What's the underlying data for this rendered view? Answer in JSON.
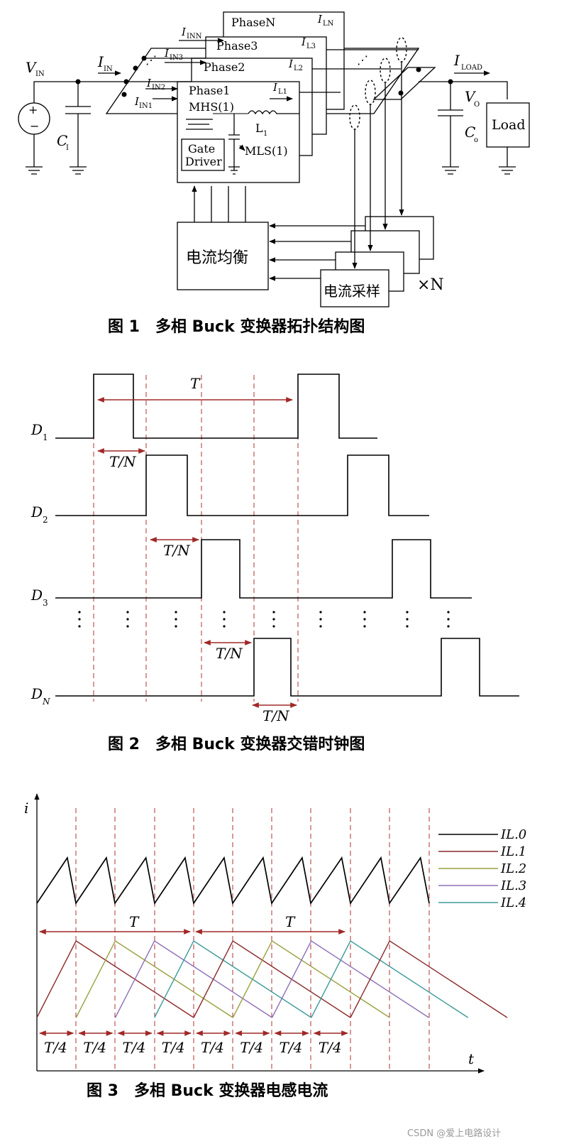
{
  "figure1": {
    "vin": "V",
    "vin_sub": "IN",
    "iin": "I",
    "iin_sub": "IN",
    "ci": "C",
    "ci_sub": "I",
    "phases": [
      {
        "name": "Phase1",
        "iin_sub": "IN1",
        "il_sub": "L1"
      },
      {
        "name": "Phase2",
        "iin_sub": "IN2",
        "il_sub": "L2"
      },
      {
        "name": "Phase3",
        "iin_sub": "IN3",
        "il_sub": "L3"
      },
      {
        "name": "PhaseN",
        "iin_sub": "INN",
        "il_sub": "LN"
      }
    ],
    "mhs": "MHS(1)",
    "mls": "MLS(1)",
    "inductor": "L",
    "inductor_sub": "1",
    "gate_driver": [
      "Gate",
      "Driver"
    ],
    "iload": "I",
    "iload_sub": "LOAD",
    "vo": "V",
    "vo_sub": "O",
    "co": "C",
    "co_sub": "o",
    "load": "Load",
    "current_balance": "电流均衡",
    "current_sampling": "电流采样",
    "times_n": "×N",
    "caption": "图 1　多相 Buck 变换器拓扑结构图"
  },
  "figure2": {
    "period_label": "T",
    "spacing_label": "T/N",
    "signals": [
      "D1",
      "D2",
      "D3",
      "DN"
    ],
    "caption": "图 2　多相 Buck 变换器交错时钟图"
  },
  "figure3": {
    "y_axis": "i",
    "x_axis": "t",
    "period_label": "T",
    "quarter_label": "T/4",
    "legend": [
      "IL.0",
      "IL.1",
      "IL.2",
      "IL.3",
      "IL.4"
    ],
    "colors": [
      "#000000",
      "#8b2a2a",
      "#9aa040",
      "#8e6fb8",
      "#3e9a9a"
    ],
    "caption": "图 3　多相 Buck 变换器电感电流"
  },
  "watermark": "CSDN @爱上电路设计"
}
